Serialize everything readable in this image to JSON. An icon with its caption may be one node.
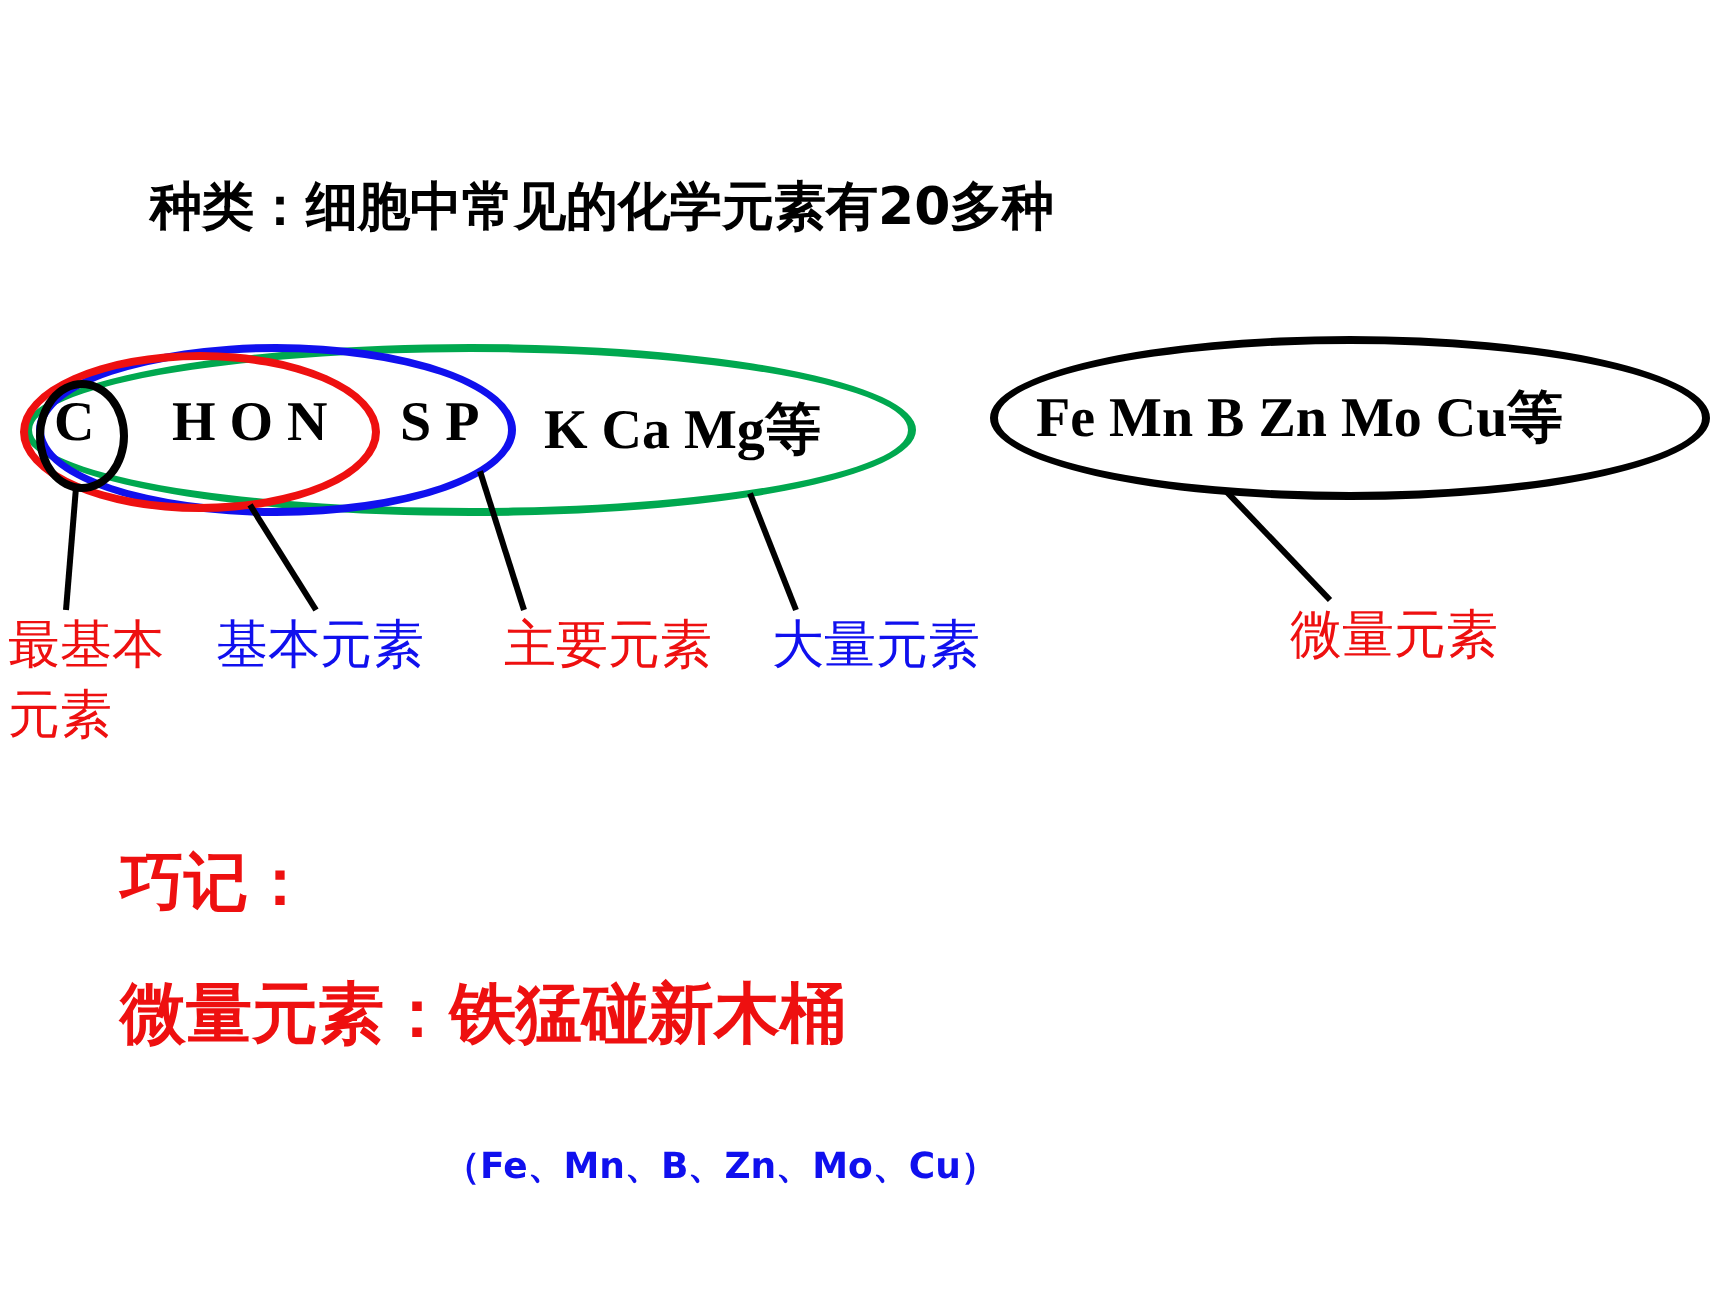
{
  "diagram": {
    "title": "种类：细胞中常见的化学元素有20多种",
    "nodes": [
      {
        "text": [
          "K Ca Mg等"
        ]
      },
      {
        "text": [
          "S P"
        ],
        "in": 0
      },
      {
        "text": [
          "H O N"
        ],
        "in": 1
      },
      {
        "text": [
          "C"
        ],
        "in": 2
      },
      {
        "text": [
          "Fe Mn B Zn Mo Cu等"
        ]
      },
      {
        "text": [
          "最基本元素"
        ]
      },
      {
        "text": [
          "基本元素"
        ]
      },
      {
        "text": [
          "主要元素"
        ]
      },
      {
        "text": [
          "大量元素"
        ]
      },
      {
        "text": [
          "微量元素"
        ]
      }
    ],
    "edges": [
      {
        "from": 3,
        "to": 5,
        "arrow": "none"
      },
      {
        "from": 2,
        "to": 6,
        "arrow": "none"
      },
      {
        "from": 1,
        "to": 7,
        "arrow": "none"
      },
      {
        "from": 0,
        "to": 8,
        "arrow": "none"
      },
      {
        "from": 4,
        "to": 9,
        "arrow": "none"
      }
    ],
    "labels": [
      "巧记：",
      "微量元素：铁猛碰新木桶",
      "（Fe、Mn、B、Zn、Mo、Cu）"
    ]
  }
}
